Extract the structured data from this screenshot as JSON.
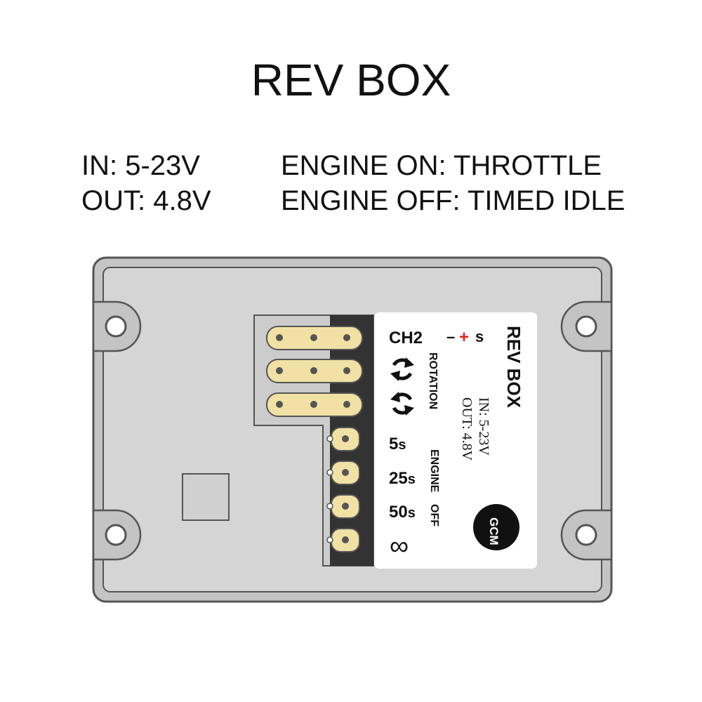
{
  "title": "REV BOX",
  "specs": {
    "in": "IN: 5-23V",
    "out": "OUT: 4.8V",
    "engine_on": "ENGINE ON: THROTTLE",
    "engine_off": "ENGINE OFF: TIMED IDLE"
  },
  "label": {
    "channel": "CH2",
    "minus": "–",
    "plus": "+",
    "s": "s",
    "rotation": "ROTATION",
    "name": "REV BOX",
    "in": "IN: 5-23V",
    "out": "OUT: 4.8V",
    "t5": "5",
    "t25": "25",
    "t50": "50",
    "unit_s": "s",
    "infinity": "∞",
    "engine": "ENGINE",
    "off": "OFF",
    "logo": "GCM"
  },
  "colors": {
    "case": "#d5d5d5",
    "outline": "#555555",
    "pin_strip": "#333333",
    "pin_gold": "#f1e1a4",
    "label_bg": "#ffffff",
    "plus_red": "#e0231c"
  },
  "icons": [
    "rotation-cw-icon",
    "rotation-ccw-icon",
    "logo-icon",
    "mounting-hole-icon"
  ]
}
